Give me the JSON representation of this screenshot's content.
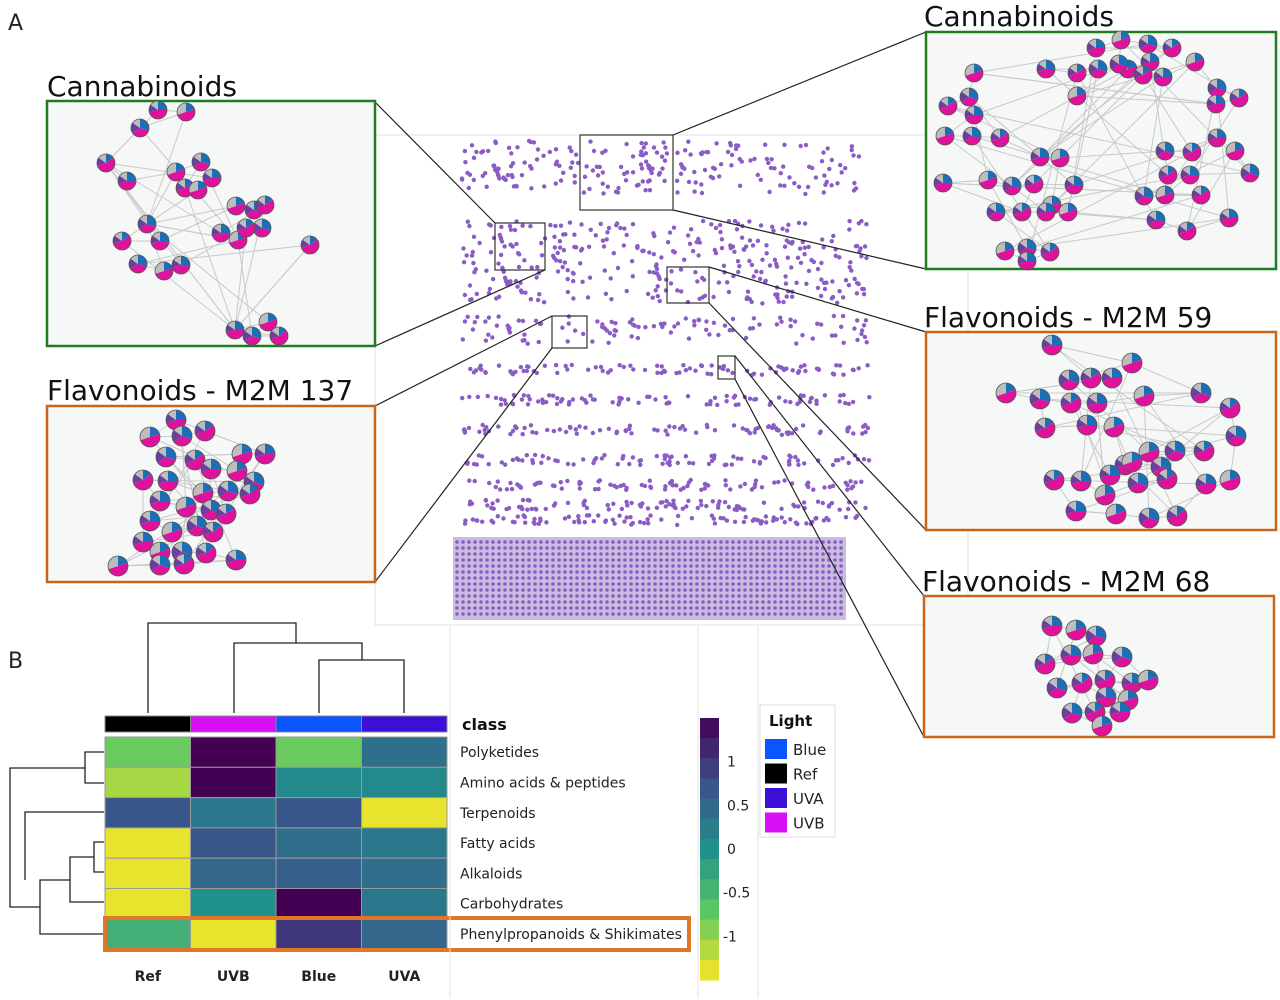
{
  "panel_a": {
    "letter": "A",
    "insets": [
      {
        "id": "cannabinoids-left",
        "title": "Cannabinoids",
        "border": "#1e7d1e"
      },
      {
        "id": "cannabinoids-right",
        "title": "Cannabinoids",
        "border": "#1e7d1e"
      },
      {
        "id": "flavonoids-137",
        "title": "Flavonoids - M2M 137",
        "border": "#c8651b"
      },
      {
        "id": "flavonoids-59",
        "title": "Flavonoids - M2M 59",
        "border": "#c8651b"
      },
      {
        "id": "flavonoids-68",
        "title": "Flavonoids - M2M 68",
        "border": "#c8651b"
      }
    ],
    "pie_colors": [
      "#1b6fb8",
      "#e0119b",
      "#6a3fa0",
      "#bdbdbd"
    ],
    "network_node_color": "#8a5cc4"
  },
  "panel_b": {
    "letter": "B",
    "class_header": "class",
    "highlight_color": "#e0762a",
    "highlighted_row": "Phenylpropanoids & Shikimates",
    "chart_data": {
      "type": "heatmap",
      "columns": [
        "Ref",
        "UVB",
        "Blue",
        "UVA"
      ],
      "column_light": [
        "Ref",
        "UVB",
        "Blue",
        "UVA"
      ],
      "rows": [
        "Polyketides",
        "Amino acids & peptides",
        "Terpenoids",
        "Fatty acids",
        "Alkaloids",
        "Carbohydrates",
        "Phenylpropanoids & Shikimates"
      ],
      "values": [
        [
          -0.8,
          1.5,
          -0.8,
          0.4
        ],
        [
          -1.1,
          1.5,
          0.1,
          0.1
        ],
        [
          0.7,
          0.3,
          0.7,
          -1.4
        ],
        [
          -1.4,
          0.7,
          0.4,
          0.3
        ],
        [
          -1.4,
          0.5,
          0.6,
          0.4
        ],
        [
          -1.4,
          0.0,
          1.5,
          0.3
        ],
        [
          -0.4,
          -1.4,
          1.0,
          0.5
        ]
      ],
      "colorbar": {
        "ticks": [
          "1",
          "0.5",
          "0",
          "-0.5",
          "-1"
        ],
        "tick_values": [
          1,
          0.5,
          0,
          -0.5,
          -1
        ],
        "range": [
          -1.5,
          1.5
        ]
      },
      "legend": {
        "title": "Light",
        "entries": [
          {
            "label": "Blue",
            "color": "#0b55ff"
          },
          {
            "label": "Ref",
            "color": "#000000"
          },
          {
            "label": "UVA",
            "color": "#3c10d8"
          },
          {
            "label": "UVB",
            "color": "#d60ff5"
          }
        ]
      },
      "light_colors": {
        "Ref": "#000000",
        "UVB": "#d60ff5",
        "Blue": "#0b55ff",
        "UVA": "#3c10d8"
      }
    }
  }
}
